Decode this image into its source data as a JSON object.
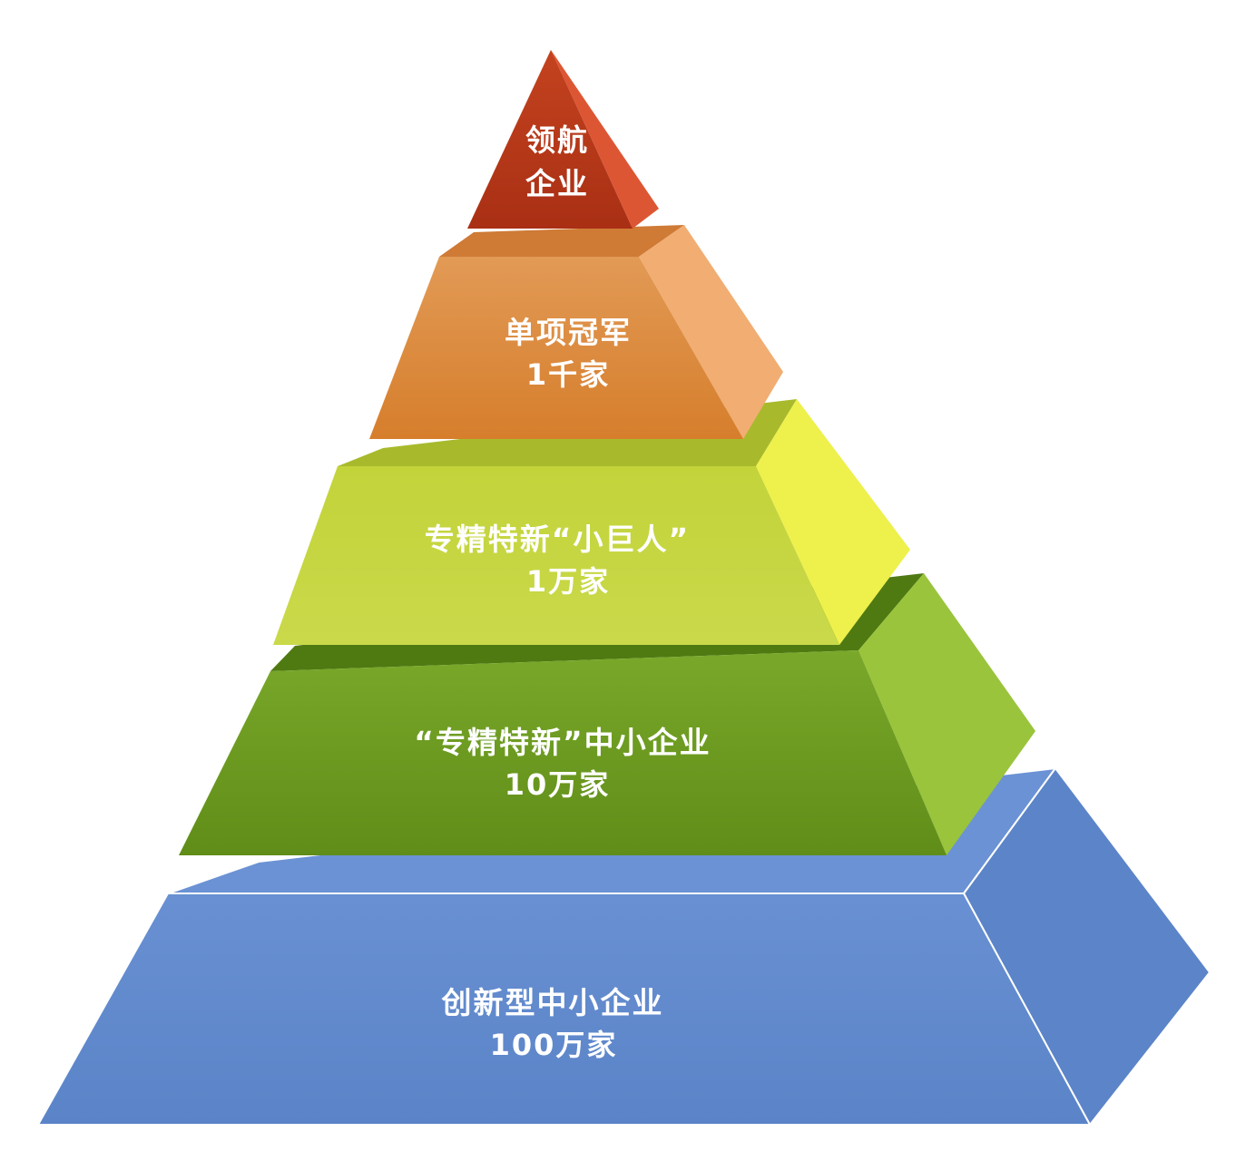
{
  "pyramid": {
    "levels": [
      {
        "line1": "领航",
        "line2": "企业",
        "front_color": "#b53a1b",
        "side_color": "#e05a3a",
        "top_color": "#c8502d"
      },
      {
        "line1": "单项冠军",
        "line2": "1千家",
        "front_color": "#dc8a3c",
        "side_color": "#f2ae72",
        "top_color": "#e79b55"
      },
      {
        "line1": "专精特新“小巨人”",
        "line2": "1万家",
        "front_color": "#c4d43c",
        "side_color": "#eef04c",
        "top_color": "#b3c530"
      },
      {
        "line1": "“专精特新”中小企业",
        "line2": "10万家",
        "front_color": "#6e9d22",
        "side_color": "#9cc43a",
        "top_color": "#5f8a1a"
      },
      {
        "line1": "创新型中小企业",
        "line2": "100万家",
        "front_color": "#6088cc",
        "side_color": "#5f86c9",
        "top_color": "#6a90d0"
      }
    ]
  }
}
